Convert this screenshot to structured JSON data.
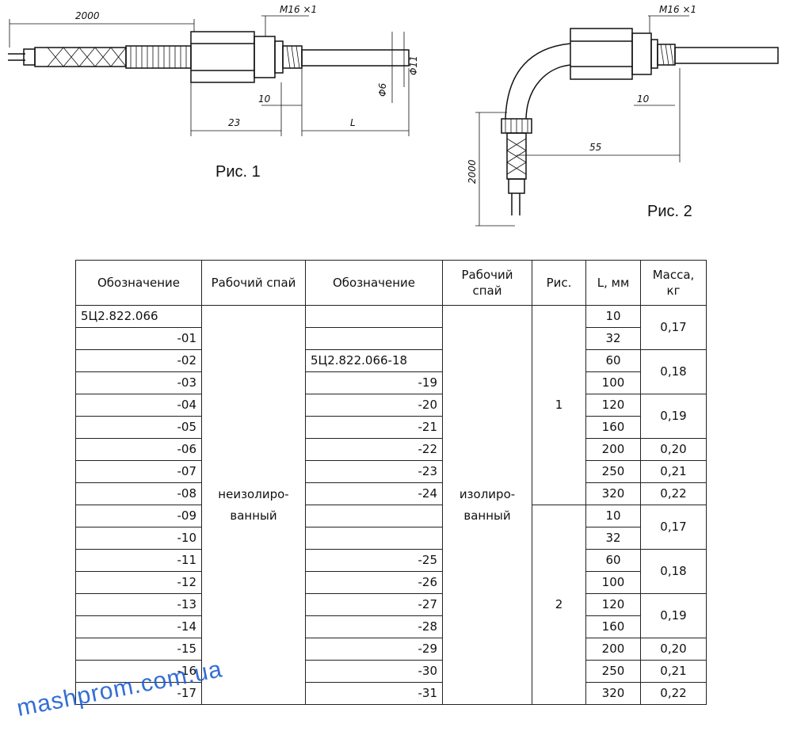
{
  "figures": {
    "fig1": {
      "caption": "Рис. 1",
      "dims": {
        "cable_length": "2000",
        "thread": "M16 ×1",
        "d_outer": "Φ11",
        "d_inner": "Φ6",
        "nut_thread_len": "10",
        "body_len": "23",
        "probe_len": "L"
      }
    },
    "fig2": {
      "caption": "Рис. 2",
      "dims": {
        "thread": "M16 ×1",
        "nut_thread_len": "10",
        "offset": "55",
        "cable_length": "2000"
      }
    }
  },
  "table": {
    "headers": {
      "designation_a": "Обозначение",
      "junction_a": "Рабочий спай",
      "designation_b": "Обозначение",
      "junction_b": "Рабочий спай",
      "figure": "Рис.",
      "length": "L, мм",
      "mass": "Масса, кг"
    },
    "junction_a_value": "неизолиро-ванный",
    "junction_b_value": "изолиро-ванный",
    "figure_groups": [
      "1",
      "2"
    ],
    "rows": [
      {
        "a": "5Ц2.822.066",
        "b": "",
        "L": "10"
      },
      {
        "a": "-01",
        "b": "",
        "L": "32"
      },
      {
        "a": "-02",
        "b": "5Ц2.822.066-18",
        "L": "60"
      },
      {
        "a": "-03",
        "b": "-19",
        "L": "100"
      },
      {
        "a": "-04",
        "b": "-20",
        "L": "120"
      },
      {
        "a": "-05",
        "b": "-21",
        "L": "160"
      },
      {
        "a": "-06",
        "b": "-22",
        "L": "200"
      },
      {
        "a": "-07",
        "b": "-23",
        "L": "250"
      },
      {
        "a": "-08",
        "b": "-24",
        "L": "320"
      },
      {
        "a": "-09",
        "b": "",
        "L": "10"
      },
      {
        "a": "-10",
        "b": "",
        "L": "32"
      },
      {
        "a": "-11",
        "b": "-25",
        "L": "60"
      },
      {
        "a": "-12",
        "b": "-26",
        "L": "100"
      },
      {
        "a": "-13",
        "b": "-27",
        "L": "120"
      },
      {
        "a": "-14",
        "b": "-28",
        "L": "160"
      },
      {
        "a": "-15",
        "b": "-29",
        "L": "200"
      },
      {
        "a": "-16",
        "b": "-30",
        "L": "250"
      },
      {
        "a": "-17",
        "b": "-31",
        "L": "320"
      }
    ],
    "mass_groups": [
      {
        "value": "0,17",
        "span": 2
      },
      {
        "value": "0,18",
        "span": 2
      },
      {
        "value": "0,19",
        "span": 2
      },
      {
        "value": "0,20",
        "span": 1
      },
      {
        "value": "0,21",
        "span": 1
      },
      {
        "value": "0,22",
        "span": 1
      },
      {
        "value": "0,17",
        "span": 2
      },
      {
        "value": "0,18",
        "span": 2
      },
      {
        "value": "0,19",
        "span": 2
      },
      {
        "value": "0,20",
        "span": 1
      },
      {
        "value": "0,21",
        "span": 1
      },
      {
        "value": "0,22",
        "span": 1
      }
    ]
  },
  "watermark": "mashprom.com.ua"
}
